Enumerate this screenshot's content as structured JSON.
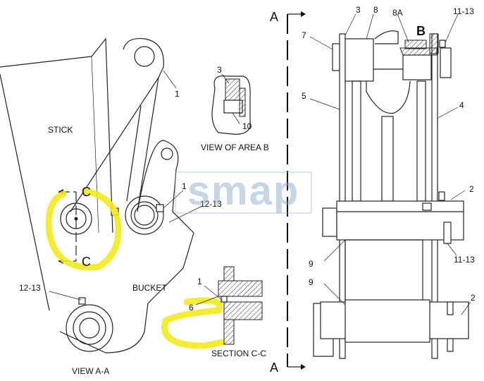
{
  "watermark": "smap",
  "views": {
    "view_a": "VIEW A-A",
    "view_b": "VIEW OF AREA B",
    "section_c": "SECTION C-C",
    "stick": "STICK",
    "bucket": "BUCKET"
  },
  "section_markers": {
    "a_top": "A",
    "a_bottom": "A",
    "b": "B",
    "c_top": "C",
    "c_bottom": "C"
  },
  "callouts": {
    "left_1_top": "1",
    "left_1_mid": "1",
    "left_12_13_mid": "12-13",
    "left_12_13_bottom": "12-13",
    "area_b_3": "3",
    "area_b_10": "10",
    "sec_1": "1",
    "sec_6": "6",
    "r_3": "3",
    "r_8": "8",
    "r_8a": "8A",
    "r_11_13_top": "11-13",
    "r_7": "7",
    "r_5": "5",
    "r_4": "4",
    "r_2_top": "2",
    "r_9_top": "9",
    "r_11_13_mid": "11-13",
    "r_9_bottom": "9",
    "r_2_bottom": "2"
  },
  "highlight_color": "#f2ea1c"
}
